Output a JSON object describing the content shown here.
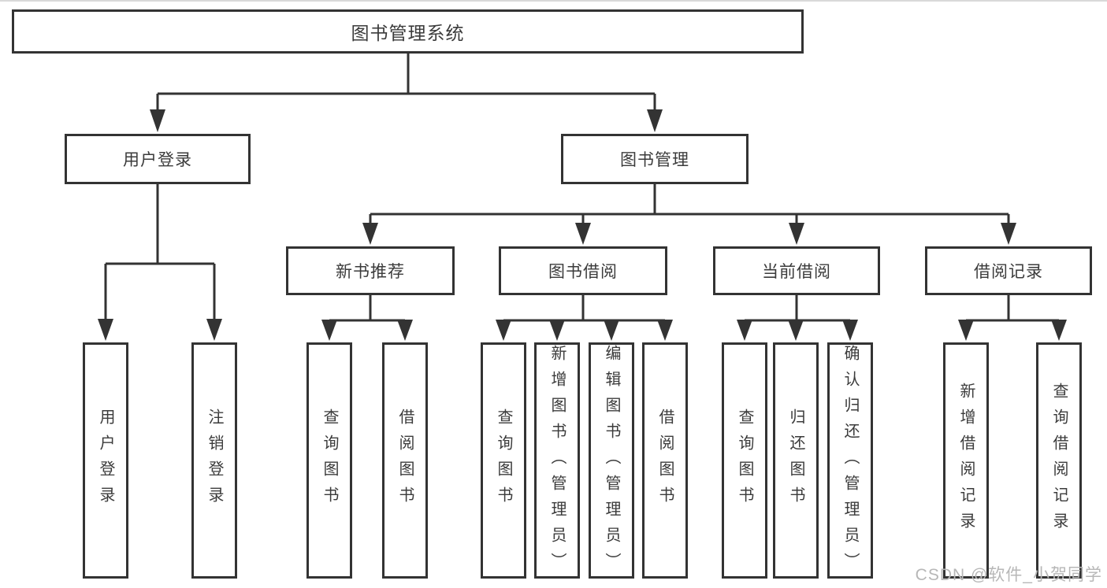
{
  "colors": {
    "line": "#333333",
    "box_border": "#333333",
    "text": "#3b3b3b",
    "background": "#ffffff",
    "watermark_text": "#b7b7b7"
  },
  "nodes": {
    "root": "图书管理系统",
    "user_login": "用户登录",
    "book_mgmt": "图书管理",
    "new_book_rec": "新书推荐",
    "book_borrow": "图书借阅",
    "current_borrow": "当前借阅",
    "borrow_record": "借阅记录",
    "leaf_user_login": "用户登录",
    "leaf_logout": "注销登录",
    "leaf_nb_query": "查询图书",
    "leaf_nb_borrow": "借阅图书",
    "leaf_bb_query": "查询图书",
    "leaf_bb_add": "新增图书（管理员）",
    "leaf_bb_edit": "编辑图书（管理员）",
    "leaf_bb_borrow": "借阅图书",
    "leaf_cb_query": "查询图书",
    "leaf_cb_return": "归还图书",
    "leaf_cb_confirm": "确认归还（管理员）",
    "leaf_br_add": "新增借阅记录",
    "leaf_br_query": "查询借阅记录"
  },
  "watermark": "CSDN @软件_小贺同学"
}
